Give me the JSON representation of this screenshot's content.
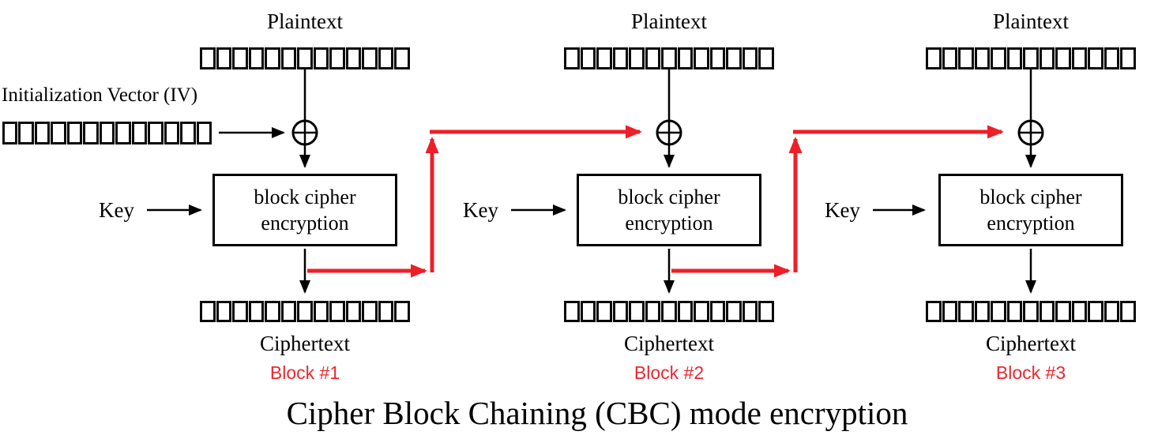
{
  "diagram_title": "Cipher Block Chaining (CBC) mode encryption",
  "iv": {
    "label": "Initialization Vector (IV)"
  },
  "register_cells": 13,
  "symbols": {
    "xor": "⊕"
  },
  "blocks": [
    {
      "plaintext_label": "Plaintext",
      "key_label": "Key",
      "box_line1": "block cipher",
      "box_line2": "encryption",
      "ciphertext_label": "Ciphertext",
      "block_label": "Block #1"
    },
    {
      "plaintext_label": "Plaintext",
      "key_label": "Key",
      "box_line1": "block cipher",
      "box_line2": "encryption",
      "ciphertext_label": "Ciphertext",
      "block_label": "Block #2"
    },
    {
      "plaintext_label": "Plaintext",
      "key_label": "Key",
      "box_line1": "block cipher",
      "box_line2": "encryption",
      "ciphertext_label": "Ciphertext",
      "block_label": "Block #3"
    }
  ],
  "colors": {
    "ink": "#000000",
    "arrow_red": "#ed1f28",
    "block_label_red": "#ed2830",
    "background": "#ffffff"
  }
}
